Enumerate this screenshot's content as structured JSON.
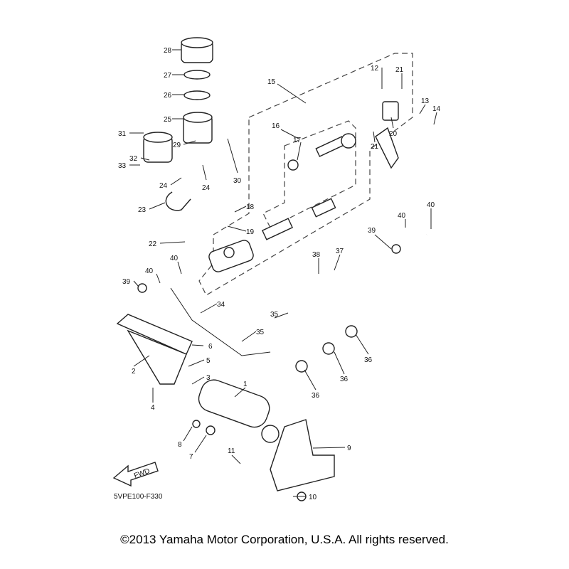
{
  "diagram_code": "5VPE100-F330",
  "fwd_label": "FWD",
  "copyright": "©2013 Yamaha Motor Corporation, U.S.A. All rights reserved.",
  "callouts": [
    "28",
    "27",
    "26",
    "25",
    "31",
    "29",
    "32",
    "33",
    "30",
    "24",
    "24",
    "23",
    "15",
    "16",
    "17",
    "12",
    "21",
    "13",
    "14",
    "20",
    "21",
    "18",
    "19",
    "22",
    "40",
    "40",
    "39",
    "40",
    "40",
    "39",
    "38",
    "37",
    "34",
    "35",
    "35",
    "6",
    "5",
    "3",
    "2",
    "4",
    "1",
    "36",
    "36",
    "36",
    "8",
    "7",
    "11",
    "9",
    "10"
  ]
}
